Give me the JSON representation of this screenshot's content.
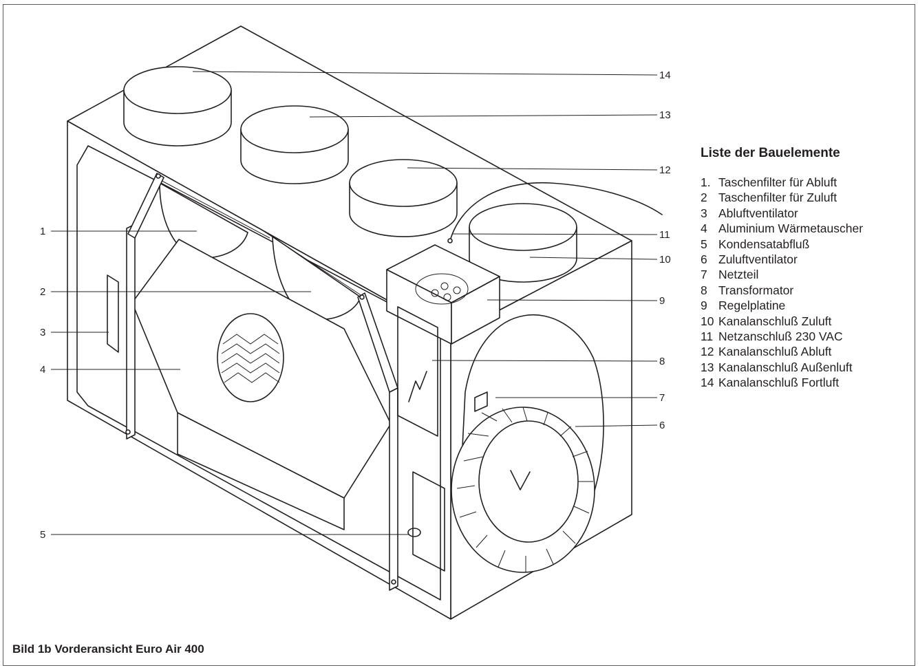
{
  "legend": {
    "title": "Liste der Bauelemente",
    "items": [
      {
        "num": "1.",
        "label": "Taschenfilter für Abluft"
      },
      {
        "num": "2",
        "label": "Taschenfilter für Zuluft"
      },
      {
        "num": "3",
        "label": "Abluftventilator"
      },
      {
        "num": "4",
        "label": "Aluminium Wärmetauscher"
      },
      {
        "num": "5",
        "label": "Kondensatabfluß"
      },
      {
        "num": "6",
        "label": "Zuluftventilator"
      },
      {
        "num": "7",
        "label": "Netzteil"
      },
      {
        "num": "8",
        "label": "Transformator"
      },
      {
        "num": "9",
        "label": "Regelplatine"
      },
      {
        "num": "10",
        "label": "Kanalanschluß Zuluft"
      },
      {
        "num": "11",
        "label": "Netzanschluß 230 VAC"
      },
      {
        "num": "12",
        "label": "Kanalanschluß Abluft"
      },
      {
        "num": "13",
        "label": "Kanalanschluß Außenluft"
      },
      {
        "num": "14",
        "label": "Kanalanschluß Fortluft"
      }
    ]
  },
  "callouts": {
    "c1": "1",
    "c2": "2",
    "c3": "3",
    "c4": "4",
    "c5": "5",
    "c6": "6",
    "c7": "7",
    "c8": "8",
    "c9": "9",
    "c10": "10",
    "c11": "11",
    "c12": "12",
    "c13": "13",
    "c14": "14"
  },
  "caption": "Bild 1b Vorderansicht Euro Air 400",
  "colors": {
    "ink": "#231f20",
    "background": "#ffffff",
    "frame": "#5a5a5a"
  }
}
